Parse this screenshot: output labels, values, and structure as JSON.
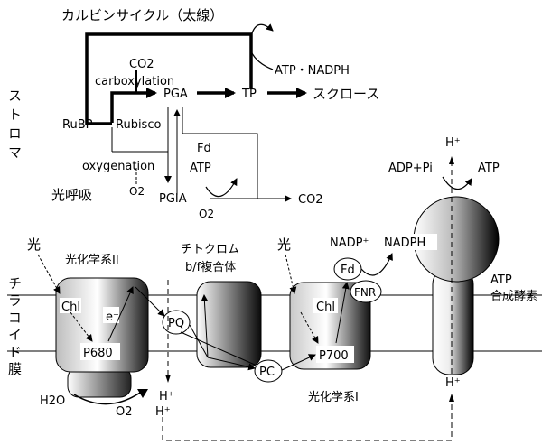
{
  "title": "カルビンサイクル（太線）",
  "side_labels": {
    "stroma": "ストロマ",
    "thylakoid": "チラコイド膜"
  },
  "calvin": {
    "co2_top": "CO2",
    "carboxylation": "carboxylation",
    "rubp": "RuBP",
    "rubisco": "Rubisco",
    "pga": "PGA",
    "tp": "TP",
    "sucrose": "スクロース",
    "atp_nadph": "ATP・NADPH",
    "fd": "Fd",
    "atp": "ATP",
    "oxygenation": "oxygenation",
    "o2_oxy": "O2",
    "pgia": "PGIA",
    "o2_pgia": "O2",
    "co2_right": "CO2",
    "photorespiration": "光呼吸"
  },
  "membrane": {
    "light_left": "光",
    "light_right": "光",
    "ps2": "光化学系II",
    "cytochrome_line1": "チトクロム",
    "cytochrome_line2": "b/f複合体",
    "ps1": "光化学系I",
    "chl_left": "Chl",
    "chl_right": "Chl",
    "e_minus": "e⁻",
    "p680": "P680",
    "p700": "P700",
    "pq": "PQ",
    "pc": "PC",
    "fd": "Fd",
    "fnr": "FNR",
    "nadp_plus": "NADP⁺",
    "nadph": "NADPH",
    "h2o": "H2O",
    "o2": "O2",
    "h_plus_a": "H⁺",
    "h_plus_b": "H⁺",
    "h_plus_top": "H⁺",
    "h_plus_bottom": "H⁺",
    "adp_pi": "ADP+Pi",
    "atp_out": "ATP",
    "atp_synthase_line1": "ATP",
    "atp_synthase_line2": "合成酵素"
  }
}
